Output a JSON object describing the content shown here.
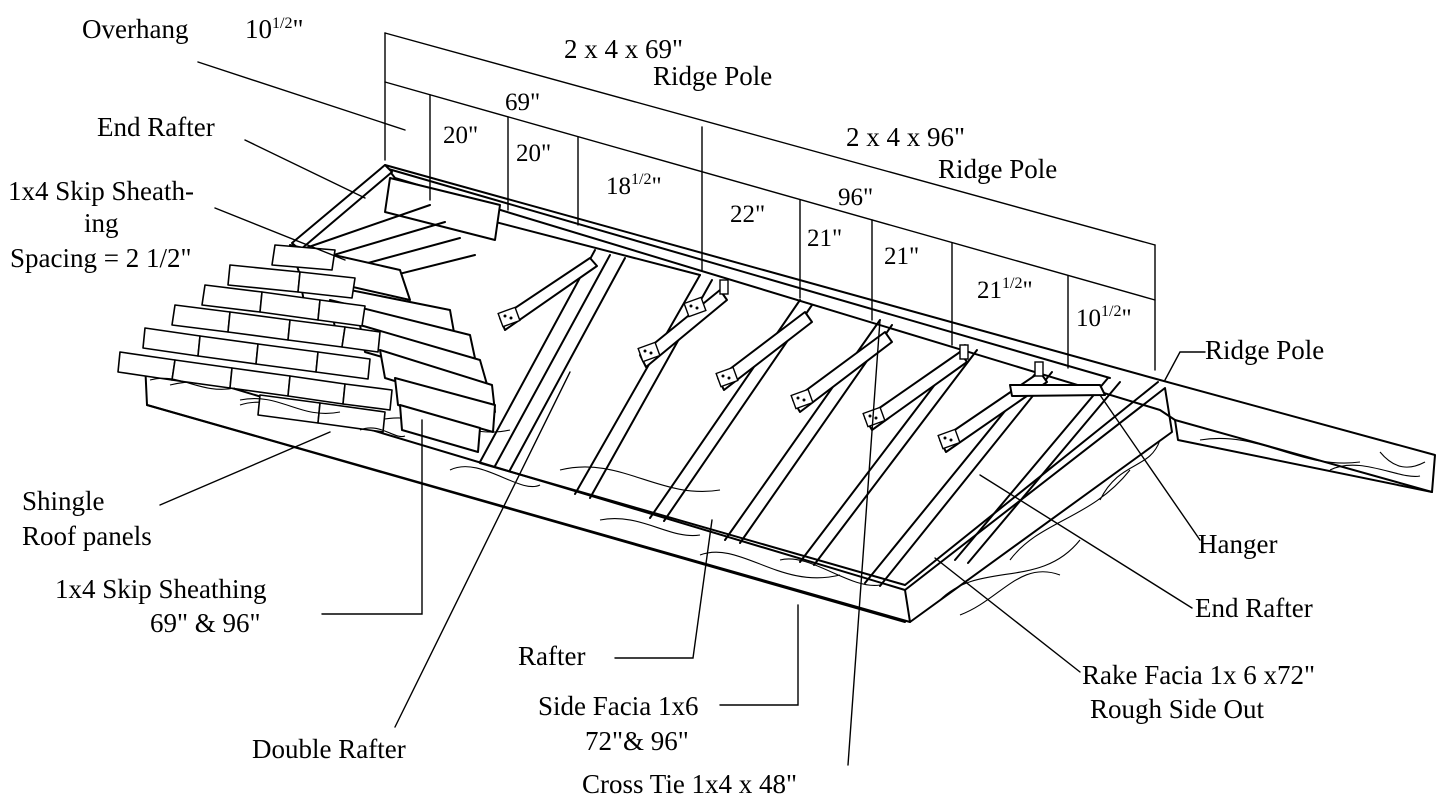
{
  "labels": {
    "overhang": "Overhang",
    "overhang_val": "10",
    "overhang_sup": "1/2",
    "overhang_in": "\"",
    "ridge_69_size": "2 x 4 x 69\"",
    "ridge_69_name": "Ridge Pole",
    "ridge_96_size": "2 x 4 x 96\"",
    "ridge_96_name": "Ridge Pole",
    "end_rafter_left": "End Rafter",
    "skip_sheathing_top_1": "1x4 Skip Sheath-",
    "skip_sheathing_top_2": "ing",
    "skip_sheathing_top_3": "Spacing = 2 1/2\"",
    "ridge_pole_right": "Ridge Pole",
    "shingle_1": "Shingle",
    "shingle_2": "Roof panels",
    "skip_sheathing_bottom_1": "1x4 Skip Sheathing",
    "skip_sheathing_bottom_2": "69\" & 96\"",
    "hanger": "Hanger",
    "end_rafter_right": "End Rafter",
    "rafter": "Rafter",
    "rake_facia_1": "Rake Facia 1x 6 x72\"",
    "rake_facia_2": "Rough Side Out",
    "side_facia_1": "Side Facia 1x6",
    "side_facia_2": "72\"& 96\"",
    "double_rafter": "Double Rafter",
    "cross_tie": "Cross Tie 1x4 x 48\""
  },
  "dimensions": {
    "total_69": "69\"",
    "total_96": "96\"",
    "d1": "20\"",
    "d2": "20\"",
    "d3_val": "18",
    "d3_sup": "1/2",
    "d3_in": "\"",
    "d4": "22\"",
    "d5": "21\"",
    "d6": "21\"",
    "d7_val": "21",
    "d7_sup": "1/2",
    "d7_in": "\"",
    "d8_val": "10",
    "d8_sup": "1/2",
    "d8_in": "\""
  }
}
